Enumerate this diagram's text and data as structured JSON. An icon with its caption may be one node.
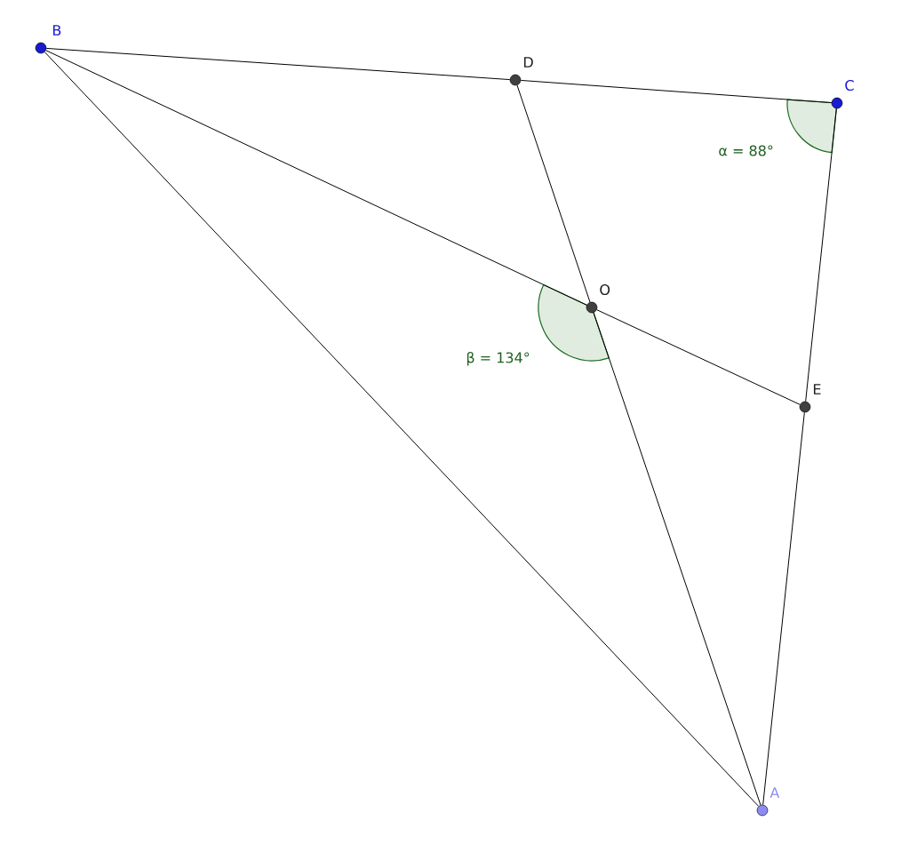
{
  "diagram": {
    "nodes": [
      {
        "text": [],
        "shape": "circle",
        "beside": [
          "B"
        ]
      },
      {
        "text": [],
        "shape": "circle",
        "beside": [
          "D"
        ]
      },
      {
        "text": [],
        "shape": "circle",
        "beside": [
          "C"
        ]
      },
      {
        "text": [],
        "shape": "circle",
        "beside": [
          "O"
        ]
      },
      {
        "text": [],
        "shape": "circle",
        "beside": [
          "E"
        ]
      },
      {
        "text": [],
        "shape": "circle",
        "beside": [
          "A"
        ]
      }
    ],
    "edges": [
      {
        "from": 0,
        "to": 1,
        "arrow": "none"
      },
      {
        "from": 1,
        "to": 2,
        "arrow": "none"
      },
      {
        "from": 2,
        "to": 4,
        "arrow": "none"
      },
      {
        "from": 4,
        "to": 5,
        "arrow": "none"
      },
      {
        "from": 0,
        "to": 5,
        "arrow": "none"
      },
      {
        "from": 1,
        "to": 3,
        "arrow": "none"
      },
      {
        "from": 3,
        "to": 5,
        "arrow": "none"
      },
      {
        "from": 0,
        "to": 3,
        "arrow": "none"
      },
      {
        "from": 3,
        "to": 4,
        "arrow": "none"
      }
    ],
    "labels": [
      "α = 88°",
      "β = 134°"
    ]
  }
}
